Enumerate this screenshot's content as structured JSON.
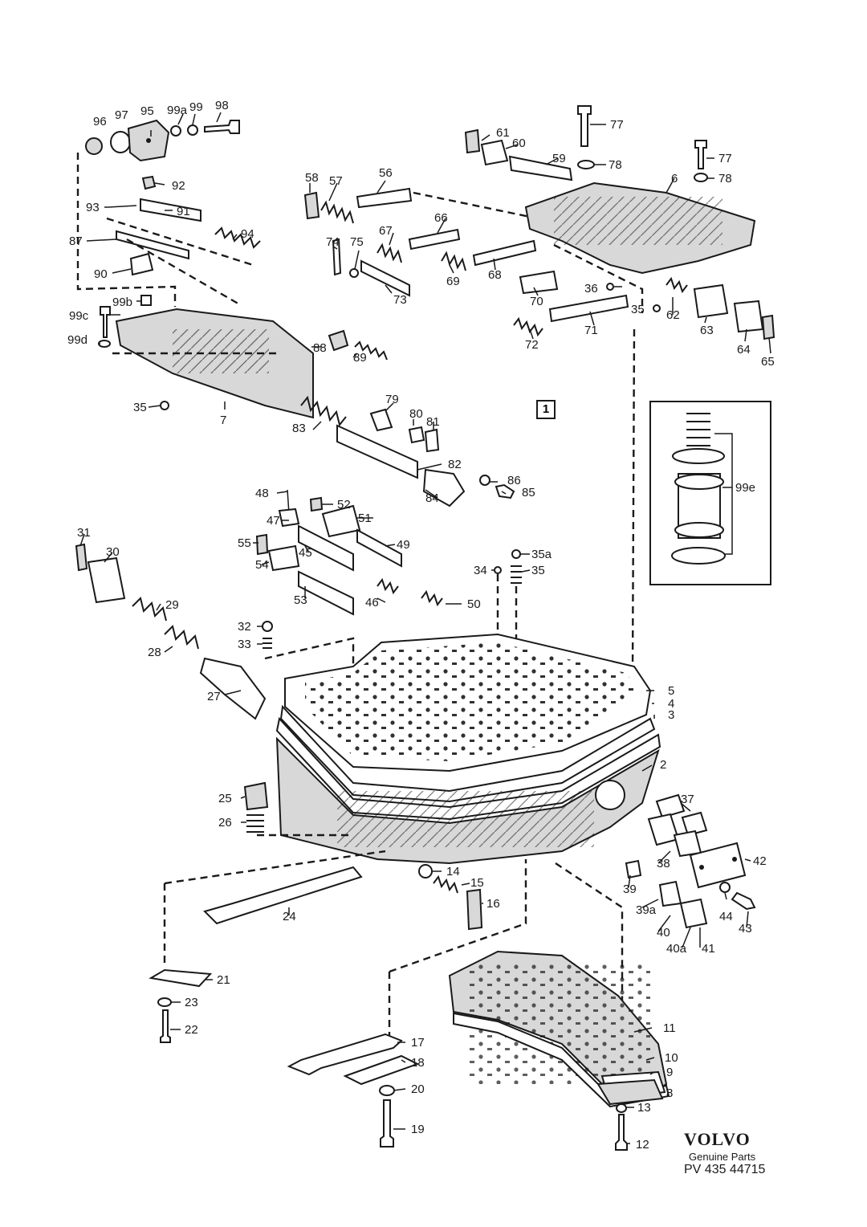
{
  "sheet": {
    "group_marker": "1",
    "brand": "VOLVO",
    "brand_sub": "Genuine Parts",
    "code": "PV 435 44715"
  },
  "callouts": {
    "c96": "96",
    "c97": "97",
    "c95": "95",
    "c99a": "99a",
    "c99": "99",
    "c98": "98",
    "c92": "92",
    "c93": "93",
    "c91": "91",
    "c94": "94",
    "c87": "87",
    "c90": "90",
    "c99c": "99c",
    "c99b": "99b",
    "c99d": "99d",
    "c35_l": "35",
    "c7": "7",
    "c88": "88",
    "c89": "89",
    "c79": "79",
    "c80": "80",
    "c81": "81",
    "c83": "83",
    "c82": "82",
    "c84": "84",
    "c86": "86",
    "c85": "85",
    "c58": "58",
    "c57": "57",
    "c56": "56",
    "c61": "61",
    "c60": "60",
    "c59": "59",
    "c77a": "77",
    "c78a": "78",
    "c77b": "77",
    "c78b": "78",
    "c6": "6",
    "c74": "74",
    "c75": "75",
    "c67": "67",
    "c66": "66",
    "c73": "73",
    "c69": "69",
    "c68": "68",
    "c70": "70",
    "c36": "36",
    "c35_m": "35",
    "c62": "62",
    "c63": "63",
    "c64": "64",
    "c65": "65",
    "c72": "72",
    "c71": "71",
    "c99e": "99e",
    "c48": "48",
    "c52": "52",
    "c51": "51",
    "c47": "47",
    "c49": "49",
    "c55": "55",
    "c45": "45",
    "c54": "54",
    "c46": "46",
    "c53": "53",
    "c50": "50",
    "c35a": "35a",
    "c34": "34",
    "c35_r": "35",
    "c31": "31",
    "c30": "30",
    "c29": "29",
    "c32": "32",
    "c33": "33",
    "c28": "28",
    "c27": "27",
    "c5": "5",
    "c4": "4",
    "c3": "3",
    "c2": "2",
    "c25": "25",
    "c26": "26",
    "c37": "37",
    "c42": "42",
    "c38": "38",
    "c14": "14",
    "c15": "15",
    "c16": "16",
    "c24": "24",
    "c39": "39",
    "c39a": "39a",
    "c40": "40",
    "c44": "44",
    "c43": "43",
    "c40a": "40a",
    "c41": "41",
    "c21": "21",
    "c23": "23",
    "c22": "22",
    "c11": "11",
    "c17": "17",
    "c18": "18",
    "c20": "20",
    "c19": "19",
    "c10": "10",
    "c9": "9",
    "c8": "8",
    "c13": "13",
    "c12": "12"
  }
}
